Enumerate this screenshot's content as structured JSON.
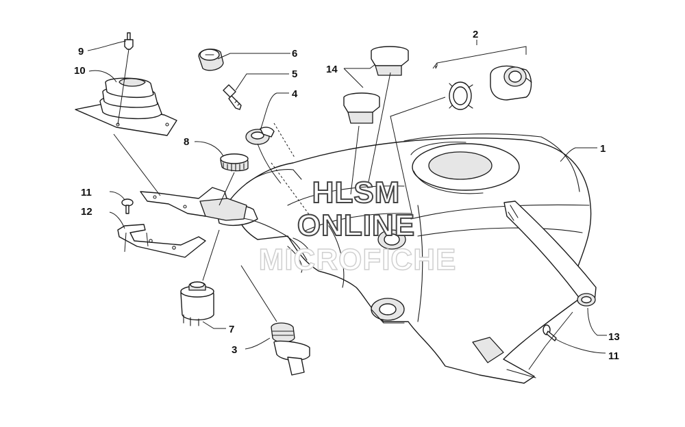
{
  "callouts": [
    {
      "id": "1",
      "label": "1"
    },
    {
      "id": "2",
      "label": "2"
    },
    {
      "id": "3",
      "label": "3"
    },
    {
      "id": "4",
      "label": "4"
    },
    {
      "id": "5",
      "label": "5"
    },
    {
      "id": "6",
      "label": "6"
    },
    {
      "id": "7",
      "label": "7"
    },
    {
      "id": "8",
      "label": "8"
    },
    {
      "id": "9",
      "label": "9"
    },
    {
      "id": "10",
      "label": "10"
    },
    {
      "id": "11a",
      "label": "11"
    },
    {
      "id": "11b",
      "label": "11"
    },
    {
      "id": "12",
      "label": "12"
    },
    {
      "id": "13",
      "label": "13"
    },
    {
      "id": "14",
      "label": "14"
    }
  ],
  "watermark": {
    "line1": "HLSM",
    "line2": "ONLINE",
    "line3": "MICROFICHE"
  },
  "colors": {
    "ink": "#1a1a1a",
    "watermark_fill": "#ffffff",
    "watermark_stroke": "#444444",
    "watermark_faint": "#d0d0d0"
  }
}
